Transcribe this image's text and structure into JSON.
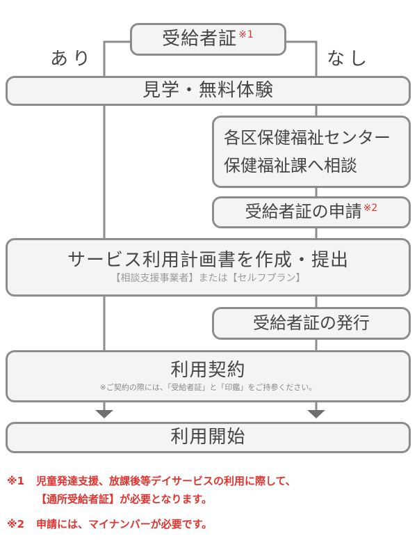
{
  "nodes": {
    "certificate": {
      "label": "受給者証",
      "mark": "※1"
    },
    "visit": {
      "label": "見学・無料体験"
    },
    "center": {
      "line1": "各区保健福祉センター",
      "line2": "保健福祉課へ相談"
    },
    "apply": {
      "label": "受給者証の申請",
      "mark": "※2"
    },
    "plan": {
      "label": "サービス利用計画書を作成・提出",
      "sub": "【相談支援事業者】または【セルフプラン】"
    },
    "issue": {
      "label": "受給者証の発行"
    },
    "contract": {
      "label": "利用契約",
      "note": "※ご契約の際には、「受給者証」と「印鑑」をご持参ください。"
    },
    "start": {
      "label": "利用開始"
    }
  },
  "branches": {
    "yes": "あり",
    "no": "なし"
  },
  "footnotes": [
    {
      "mark": "※1",
      "line1": "児童発達支援、放課後等デイサービスの利用に際して、",
      "line2": "【通所受給者証】が必要となります。"
    },
    {
      "mark": "※2",
      "line1": "申請には、マイナンバーが必要です。"
    }
  ],
  "colors": {
    "box_fill": "#f4f4f4",
    "box_border": "#8c8c8c",
    "accent_red": "#e2322e",
    "text": "#444444"
  }
}
